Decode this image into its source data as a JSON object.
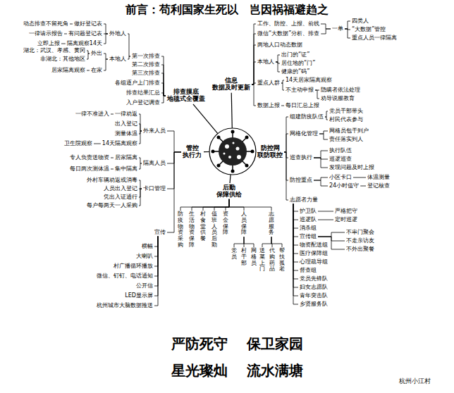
{
  "diagram": {
    "title": "前言：苟利国家生死以　岂因祸福避趋之",
    "nodes": [
      {
        "text": [
          "排查摸底",
          "地毯式全覆盖"
        ]
      },
      {
        "text": [
          "第一次排查"
        ]
      },
      {
        "text": [
          "第二次排查"
        ]
      },
      {
        "text": [
          "第三次排查"
        ]
      },
      {
        "text": [
          "各组逐户上门排查"
        ]
      },
      {
        "text": [
          "排查结果汇总"
        ]
      },
      {
        "text": [
          "入户登记调查"
        ]
      },
      {
        "text": [
          "外地人"
        ]
      },
      {
        "text": [
          "本地人"
        ]
      },
      {
        "text": [
          "做好登记表"
        ]
      },
      {
        "text": [
          "有问题登记表"
        ]
      },
      {
        "text": [
          "隔离观察14天"
        ]
      },
      {
        "text": [
          "动态排查不留死角"
        ]
      },
      {
        "text": [
          "一律请示报告"
        ]
      },
      {
        "text": [
          "立即上报"
        ]
      },
      {
        "text": [
          "外出"
        ]
      },
      {
        "text": [
          "在家"
        ]
      },
      {
        "text": [
          "湖北：武汉、孝感、黄冈"
        ]
      },
      {
        "text": [
          "非湖北：其他地区"
        ]
      },
      {
        "text": [
          "居家隔离观察"
        ]
      },
      {
        "text": [
          "信息",
          "数据及时更新"
        ]
      },
      {
        "text": [
          "工作、防控、上报、前线"
        ]
      },
      {
        "text": [
          "微信“大数据”分析、排查"
        ]
      },
      {
        "text": [
          "一单"
        ]
      },
      {
        "text": [
          "四类人"
        ]
      },
      {
        "text": [
          "“大数据”管控"
        ]
      },
      {
        "text": [
          "重点人员一律隔离"
        ]
      },
      {
        "text": [
          "两地人口动态数据"
        ]
      },
      {
        "text": [
          "本地人"
        ]
      },
      {
        "text": [
          "出门的“证”"
        ]
      },
      {
        "text": [
          "居住地的“门”"
        ]
      },
      {
        "text": [
          "健康的“码”"
        ]
      },
      {
        "text": [
          "重点人群"
        ]
      },
      {
        "text": [
          "14天居家隔离观察"
        ]
      },
      {
        "text": [
          "不主动申报"
        ]
      },
      {
        "text": [
          "隐瞒者依法处理"
        ]
      },
      {
        "text": [
          "劝导说服教育"
        ]
      },
      {
        "text": [
          "数据上报"
        ]
      },
      {
        "text": [
          "每日汇总上报"
        ]
      },
      {
        "text": [
          "防控网",
          "联防联控"
        ]
      },
      {
        "text": [
          "组建防疫队伍"
        ]
      },
      {
        "text": [
          "网格化管理"
        ]
      },
      {
        "text": [
          "巡查执行"
        ]
      },
      {
        "text": [
          "防控重点"
        ]
      },
      {
        "text": [
          "志愿者力量"
        ]
      },
      {
        "text": [
          "党员干部带头"
        ]
      },
      {
        "text": [
          "村民代表参与"
        ]
      },
      {
        "text": [
          "网格员包干到户"
        ]
      },
      {
        "text": [
          "责任落实到人"
        ]
      },
      {
        "text": [
          "执行队伍"
        ]
      },
      {
        "text": [
          "巡逻巡查"
        ]
      },
      {
        "text": [
          "发现问题及时上报"
        ]
      },
      {
        "text": [
          "小区卡口"
        ]
      },
      {
        "text": [
          "24小时值守"
        ]
      },
      {
        "text": [
          "体温测量"
        ]
      },
      {
        "text": [
          "登记核查"
        ]
      },
      {
        "text": [
          "护卫队"
        ]
      },
      {
        "text": [
          "巡逻队"
        ]
      },
      {
        "text": [
          "消杀组"
        ]
      },
      {
        "text": [
          "宣传组"
        ]
      },
      {
        "text": [
          "物资配送组"
        ]
      },
      {
        "text": [
          "医疗保障组"
        ]
      },
      {
        "text": [
          "心理疏导组"
        ]
      },
      {
        "text": [
          "督查组"
        ]
      },
      {
        "text": [
          "党员先锋队"
        ]
      },
      {
        "text": [
          "妇女志愿队"
        ]
      },
      {
        "text": [
          "青年突击队"
        ]
      },
      {
        "text": [
          "乡贤服务队"
        ]
      },
      {
        "text": [
          "严格把守"
        ]
      },
      {
        "text": [
          "定时巡逻"
        ]
      },
      {
        "text": [
          "不串门聚会"
        ]
      },
      {
        "text": [
          "不走亲访友"
        ]
      },
      {
        "text": [
          "不外出聚餐"
        ]
      },
      {
        "text": [
          "管控",
          "执行力"
        ]
      },
      {
        "text": [
          "外来人员"
        ]
      },
      {
        "text": [
          "隔离人员"
        ]
      },
      {
        "text": [
          "卡口管理"
        ]
      },
      {
        "text": [
          "宣传"
        ]
      },
      {
        "text": [
          "一律劝返"
        ]
      },
      {
        "text": [
          "出入登记"
        ]
      },
      {
        "text": [
          "测量体温"
        ]
      },
      {
        "text": [
          "14天隔离观察"
        ]
      },
      {
        "text": [
          "一律不准进入"
        ]
      },
      {
        "text": [
          "卫生院观察"
        ]
      },
      {
        "text": [
          "居家隔离"
        ]
      },
      {
        "text": [
          "集中隔离"
        ]
      },
      {
        "text": [
          "专人负责送物资"
        ]
      },
      {
        "text": [
          "每日两次测体温"
        ]
      },
      {
        "text": [
          "外村车辆劝返或消毒"
        ]
      },
      {
        "text": [
          "人员出入登记"
        ]
      },
      {
        "text": [
          "凭出入证通行"
        ]
      },
      {
        "text": [
          "每户每两天一人采购"
        ]
      },
      {
        "text": [
          "横幅"
        ]
      },
      {
        "text": [
          "大喇叭"
        ]
      },
      {
        "text": [
          "村广播循环播放"
        ]
      },
      {
        "text": [
          "微信、钉钉、电话通知"
        ]
      },
      {
        "text": [
          "公开信"
        ]
      },
      {
        "text": [
          "LED显示屏"
        ]
      },
      {
        "text": [
          "杭州城市大脑数据推送"
        ]
      },
      {
        "text": [
          "后勤",
          "保障供给"
        ]
      },
      {
        "text": [
          "防疫物资采购"
        ]
      },
      {
        "text": [
          "生活物资保障"
        ]
      },
      {
        "text": [
          "村食堂供餐"
        ]
      },
      {
        "text": [
          "值班人员后勤"
        ]
      },
      {
        "text": [
          "资金保障"
        ]
      },
      {
        "text": [
          "人员保障"
        ]
      },
      {
        "text": [
          "志愿服务"
        ]
      },
      {
        "text": [
          "党员"
        ]
      },
      {
        "text": [
          "村干部"
        ]
      },
      {
        "text": [
          "网格员"
        ]
      },
      {
        "text": [
          "送菜上门"
        ]
      },
      {
        "text": [
          "代购药品"
        ]
      },
      {
        "text": [
          "帮扶孤老"
        ]
      }
    ],
    "edges": [
      {
        "from": 0,
        "to": 1,
        "arrow": "none"
      },
      {
        "from": 0,
        "to": 2,
        "arrow": "none"
      },
      {
        "from": 0,
        "to": 3,
        "arrow": "none"
      },
      {
        "from": 0,
        "to": 4,
        "arrow": "none"
      },
      {
        "from": 0,
        "to": 5,
        "arrow": "none"
      },
      {
        "from": 0,
        "to": 6,
        "arrow": "none"
      },
      {
        "from": 1,
        "to": 7,
        "arrow": "none"
      },
      {
        "from": 1,
        "to": 8,
        "arrow": "none"
      },
      {
        "from": 7,
        "to": 9,
        "arrow": "none"
      },
      {
        "from": 7,
        "to": 10,
        "arrow": "none"
      },
      {
        "from": 7,
        "to": 11,
        "arrow": "none"
      },
      {
        "from": 9,
        "to": 12,
        "arrow": "none"
      },
      {
        "from": 10,
        "to": 13,
        "arrow": "none"
      },
      {
        "from": 11,
        "to": 14,
        "arrow": "none"
      },
      {
        "from": 8,
        "to": 15,
        "arrow": "none"
      },
      {
        "from": 8,
        "to": 16,
        "arrow": "none"
      },
      {
        "from": 15,
        "to": 17,
        "arrow": "none"
      },
      {
        "from": 15,
        "to": 18,
        "arrow": "none"
      },
      {
        "from": 16,
        "to": 19,
        "arrow": "none"
      },
      {
        "from": 20,
        "to": 21,
        "arrow": "none"
      },
      {
        "from": 20,
        "to": 22,
        "arrow": "none"
      },
      {
        "from": 20,
        "to": 27,
        "arrow": "none"
      },
      {
        "from": 20,
        "to": 28,
        "arrow": "none"
      },
      {
        "from": 20,
        "to": 32,
        "arrow": "none"
      },
      {
        "from": 20,
        "to": 37,
        "arrow": "none"
      },
      {
        "from": 21,
        "to": 23,
        "arrow": "none"
      },
      {
        "from": 22,
        "to": 23,
        "arrow": "none"
      },
      {
        "from": 23,
        "to": 24,
        "arrow": "none"
      },
      {
        "from": 23,
        "to": 25,
        "arrow": "none"
      },
      {
        "from": 23,
        "to": 26,
        "arrow": "none"
      },
      {
        "from": 28,
        "to": 29,
        "arrow": "none"
      },
      {
        "from": 28,
        "to": 30,
        "arrow": "none"
      },
      {
        "from": 28,
        "to": 31,
        "arrow": "none"
      },
      {
        "from": 32,
        "to": 33,
        "arrow": "none"
      },
      {
        "from": 32,
        "to": 34,
        "arrow": "none"
      },
      {
        "from": 34,
        "to": 35,
        "arrow": "none"
      },
      {
        "from": 34,
        "to": 36,
        "arrow": "none"
      },
      {
        "from": 37,
        "to": 38,
        "arrow": "none"
      },
      {
        "from": 39,
        "to": 40,
        "arrow": "none"
      },
      {
        "from": 39,
        "to": 41,
        "arrow": "none"
      },
      {
        "from": 39,
        "to": 42,
        "arrow": "none"
      },
      {
        "from": 39,
        "to": 43,
        "arrow": "none"
      },
      {
        "from": 39,
        "to": 44,
        "arrow": "none"
      },
      {
        "from": 40,
        "to": 45,
        "arrow": "none"
      },
      {
        "from": 40,
        "to": 46,
        "arrow": "none"
      },
      {
        "from": 41,
        "to": 47,
        "arrow": "none"
      },
      {
        "from": 41,
        "to": 48,
        "arrow": "none"
      },
      {
        "from": 42,
        "to": 49,
        "arrow": "none"
      },
      {
        "from": 42,
        "to": 50,
        "arrow": "none"
      },
      {
        "from": 42,
        "to": 51,
        "arrow": "none"
      },
      {
        "from": 43,
        "to": 52,
        "arrow": "none"
      },
      {
        "from": 43,
        "to": 53,
        "arrow": "none"
      },
      {
        "from": 52,
        "to": 54,
        "arrow": "none"
      },
      {
        "from": 53,
        "to": 55,
        "arrow": "none"
      },
      {
        "from": 44,
        "to": 56,
        "arrow": "none"
      },
      {
        "from": 44,
        "to": 57,
        "arrow": "none"
      },
      {
        "from": 44,
        "to": 58,
        "arrow": "none"
      },
      {
        "from": 44,
        "to": 59,
        "arrow": "none"
      },
      {
        "from": 44,
        "to": 60,
        "arrow": "none"
      },
      {
        "from": 44,
        "to": 61,
        "arrow": "none"
      },
      {
        "from": 44,
        "to": 62,
        "arrow": "none"
      },
      {
        "from": 44,
        "to": 63,
        "arrow": "none"
      },
      {
        "from": 44,
        "to": 64,
        "arrow": "none"
      },
      {
        "from": 44,
        "to": 65,
        "arrow": "none"
      },
      {
        "from": 44,
        "to": 66,
        "arrow": "none"
      },
      {
        "from": 44,
        "to": 67,
        "arrow": "none"
      },
      {
        "from": 56,
        "to": 68,
        "arrow": "none"
      },
      {
        "from": 57,
        "to": 69,
        "arrow": "none"
      },
      {
        "from": 59,
        "to": 70,
        "arrow": "none"
      },
      {
        "from": 59,
        "to": 71,
        "arrow": "none"
      },
      {
        "from": 59,
        "to": 72,
        "arrow": "none"
      },
      {
        "from": 73,
        "to": 74,
        "arrow": "none"
      },
      {
        "from": 73,
        "to": 75,
        "arrow": "none"
      },
      {
        "from": 73,
        "to": 76,
        "arrow": "none"
      },
      {
        "from": 73,
        "to": 77,
        "arrow": "none"
      },
      {
        "from": 74,
        "to": 78,
        "arrow": "none"
      },
      {
        "from": 74,
        "to": 79,
        "arrow": "none"
      },
      {
        "from": 74,
        "to": 80,
        "arrow": "none"
      },
      {
        "from": 74,
        "to": 81,
        "arrow": "none"
      },
      {
        "from": 78,
        "to": 82,
        "arrow": "none"
      },
      {
        "from": 81,
        "to": 83,
        "arrow": "none"
      },
      {
        "from": 75,
        "to": 84,
        "arrow": "none"
      },
      {
        "from": 75,
        "to": 85,
        "arrow": "none"
      },
      {
        "from": 84,
        "to": 86,
        "arrow": "none"
      },
      {
        "from": 85,
        "to": 87,
        "arrow": "none"
      },
      {
        "from": 76,
        "to": 88,
        "arrow": "none"
      },
      {
        "from": 76,
        "to": 89,
        "arrow": "none"
      },
      {
        "from": 76,
        "to": 90,
        "arrow": "none"
      },
      {
        "from": 76,
        "to": 91,
        "arrow": "none"
      },
      {
        "from": 77,
        "to": 92,
        "arrow": "none"
      },
      {
        "from": 77,
        "to": 93,
        "arrow": "none"
      },
      {
        "from": 77,
        "to": 94,
        "arrow": "none"
      },
      {
        "from": 77,
        "to": 95,
        "arrow": "none"
      },
      {
        "from": 77,
        "to": 96,
        "arrow": "none"
      },
      {
        "from": 77,
        "to": 97,
        "arrow": "none"
      },
      {
        "from": 77,
        "to": 98,
        "arrow": "none"
      },
      {
        "from": 99,
        "to": 100,
        "arrow": "none"
      },
      {
        "from": 99,
        "to": 101,
        "arrow": "none"
      },
      {
        "from": 99,
        "to": 102,
        "arrow": "none"
      },
      {
        "from": 99,
        "to": 103,
        "arrow": "none"
      },
      {
        "from": 99,
        "to": 104,
        "arrow": "none"
      },
      {
        "from": 99,
        "to": 105,
        "arrow": "none"
      },
      {
        "from": 99,
        "to": 106,
        "arrow": "none"
      },
      {
        "from": 105,
        "to": 107,
        "arrow": "none"
      },
      {
        "from": 105,
        "to": 108,
        "arrow": "none"
      },
      {
        "from": 105,
        "to": 109,
        "arrow": "none"
      },
      {
        "from": 106,
        "to": 110,
        "arrow": "none"
      },
      {
        "from": 106,
        "to": 111,
        "arrow": "none"
      },
      {
        "from": 106,
        "to": 112,
        "arrow": "none"
      }
    ],
    "labels": [
      "严防死守",
      "保卫家园",
      "星光璨灿",
      "流水满塘",
      "杭州小江村"
    ]
  }
}
